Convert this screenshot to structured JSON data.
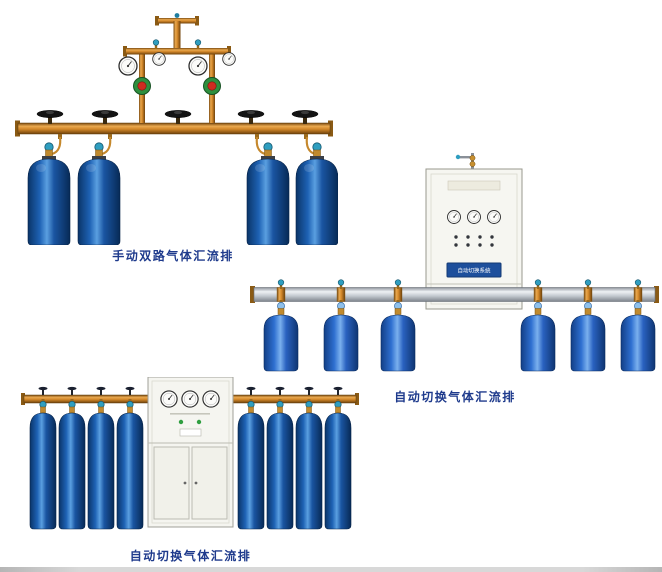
{
  "page": {
    "background": "#ffffff"
  },
  "products": [
    {
      "id": "manual-dual-manifold",
      "caption": "手动双路气体汇流排"
    },
    {
      "id": "auto-switch-manifold-right",
      "caption": "自动切换气体汇流排",
      "cabinet_plate": "自动切换系统"
    },
    {
      "id": "auto-switch-manifold-bottom",
      "caption": "自动切换气体汇流排"
    }
  ],
  "colors": {
    "caption_text": "#1e3a8c",
    "brass_pipe": "#d08a2a",
    "cylinder_blue_dark": "#1a55a2",
    "cylinder_blue_bright": "#2e6fd0",
    "aluminum_pipe": "#c3c9d0",
    "cabinet_body": "#f5f5f0",
    "name_plate_blue": "#1d4f9c",
    "valve_teal": "#2f9ec0"
  }
}
